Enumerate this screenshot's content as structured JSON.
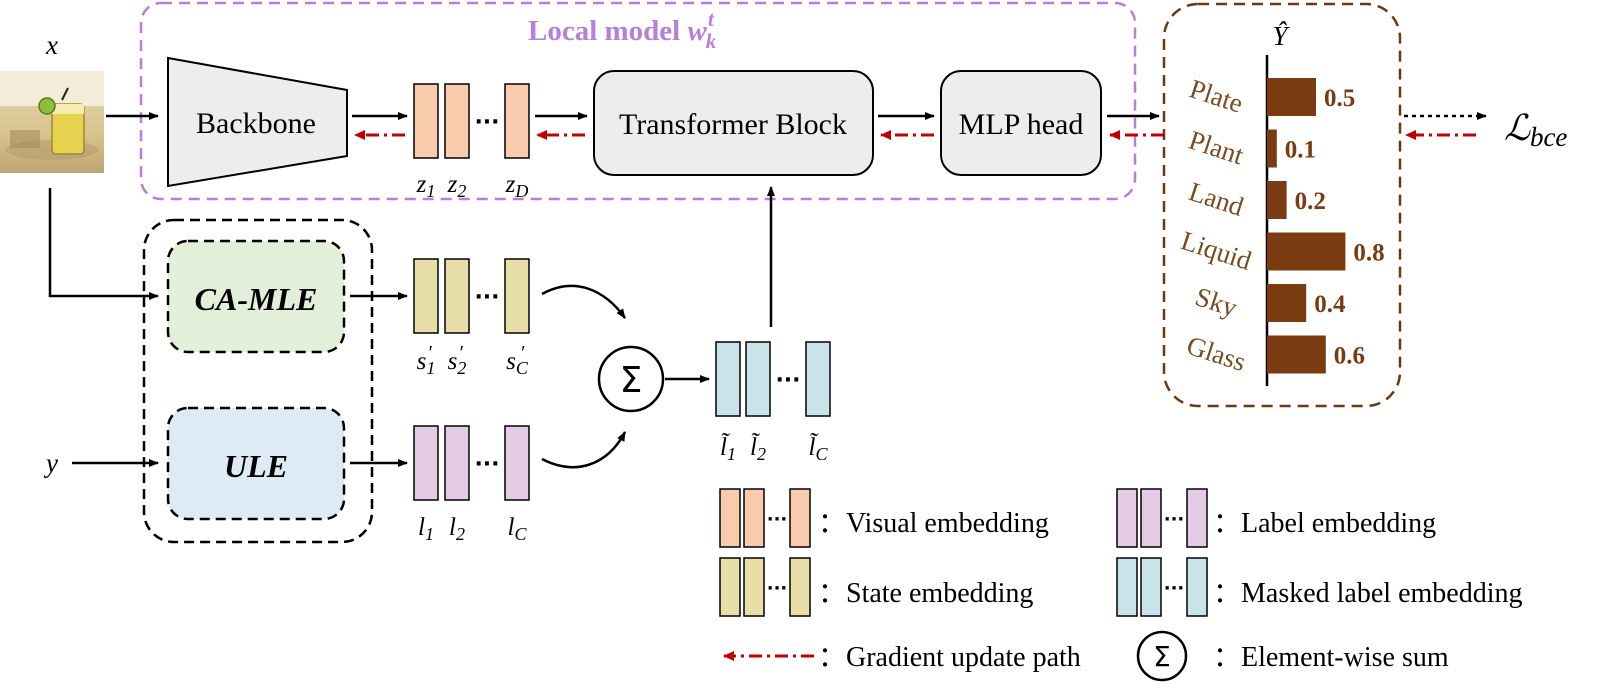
{
  "inputs": {
    "x": "x",
    "y": "y"
  },
  "local_model": {
    "title": "Local model ",
    "w": "w",
    "sup": "t",
    "sub": "k"
  },
  "modules": {
    "backbone": "Backbone",
    "transformer": "Transformer Block",
    "mlp": "MLP head",
    "camle": "CA-MLE",
    "ule": "ULE"
  },
  "dots": "···",
  "token_labels": {
    "z": [
      {
        "base": "z",
        "sub": "1",
        "prime": ""
      },
      {
        "base": "z",
        "sub": "2",
        "prime": ""
      },
      {
        "base": "z",
        "sub": "D",
        "prime": ""
      }
    ],
    "s": [
      {
        "base": "s",
        "sub": "1",
        "prime": "′"
      },
      {
        "base": "s",
        "sub": "2",
        "prime": "′"
      },
      {
        "base": "s",
        "sub": "C",
        "prime": "′"
      }
    ],
    "l": [
      {
        "base": "l",
        "sub": "1",
        "prime": ""
      },
      {
        "base": "l",
        "sub": "2",
        "prime": ""
      },
      {
        "base": "l",
        "sub": "C",
        "prime": ""
      }
    ],
    "lt": [
      {
        "base": "l̃",
        "sub": "1",
        "prime": ""
      },
      {
        "base": "l̃",
        "sub": "2",
        "prime": ""
      },
      {
        "base": "l̃",
        "sub": "C",
        "prime": ""
      }
    ]
  },
  "output": {
    "title": "Ŷ",
    "loss": "ℒ",
    "loss_sub": "bce",
    "bars": [
      {
        "label": "Plate",
        "value": 0.5,
        "value_text": "0.5"
      },
      {
        "label": "Plant",
        "value": 0.1,
        "value_text": "0.1"
      },
      {
        "label": "Land",
        "value": 0.2,
        "value_text": "0.2"
      },
      {
        "label": "Liquid",
        "value": 0.8,
        "value_text": "0.8"
      },
      {
        "label": "Sky",
        "value": 0.4,
        "value_text": "0.4"
      },
      {
        "label": "Glass",
        "value": 0.6,
        "value_text": "0.6"
      }
    ]
  },
  "sum_symbol": "Σ",
  "legend": {
    "visual": "：Visual embedding",
    "label": "：Label embedding",
    "state": "：State embedding",
    "masked": "：Masked label embedding",
    "gradient": "：Gradient update path",
    "sum": "：Element-wise sum"
  },
  "colors": {
    "visual": "#F8CBAD",
    "state": "#E8DFA8",
    "label": "#E3CBE6",
    "masked": "#C9E3E8",
    "camle_fill": "#E2F0D9",
    "ule_fill": "#DEEBF7",
    "module_fill": "#EDEDED",
    "purple": "#B67FD8",
    "brown": "#6B3A12",
    "bar": "#7B3B10",
    "gradient": "#C00000",
    "label_text": "#7B4A1E"
  }
}
